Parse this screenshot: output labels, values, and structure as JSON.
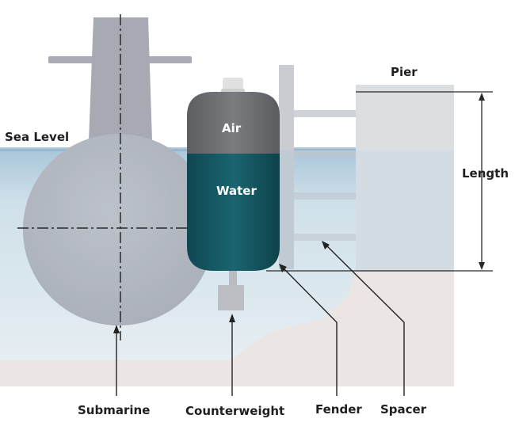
{
  "labels": {
    "sea_level": "Sea Level",
    "pier": "Pier",
    "air": "Air",
    "water": "Water",
    "length": "Length",
    "submarine": "Submarine",
    "counterweight": "Counterweight",
    "fender": "Fender",
    "spacer": "Spacer"
  },
  "colors": {
    "sea": "#cfe0ea",
    "sea_surface": "#8fb3cc",
    "seabed": "#ebe6e3",
    "hull": "#b0b3bc",
    "fender_air": "#6d6f72",
    "fender_water": "#15565f",
    "pier": "#dcdfe2",
    "leader_line": "#222222"
  }
}
